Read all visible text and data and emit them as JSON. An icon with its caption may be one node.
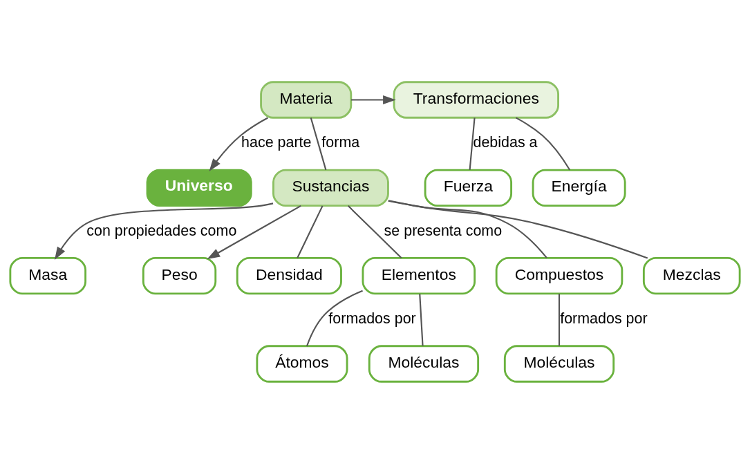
{
  "diagram": {
    "nodes": [
      {
        "text": [
          "Universo"
        ]
      },
      {
        "text": [
          "Materia"
        ]
      },
      {
        "text": [
          "Transformaciones"
        ]
      },
      {
        "text": [
          "Fuerza"
        ]
      },
      {
        "text": [
          "Energía"
        ]
      },
      {
        "text": [
          "Sustancias"
        ]
      },
      {
        "text": [
          "Masa"
        ]
      },
      {
        "text": [
          "Peso"
        ]
      },
      {
        "text": [
          "Densidad"
        ]
      },
      {
        "text": [
          "Elementos"
        ]
      },
      {
        "text": [
          "Compuestos"
        ]
      },
      {
        "text": [
          "Mezclas"
        ]
      },
      {
        "text": [
          "Átomos"
        ]
      },
      {
        "text": [
          "Moléculas"
        ]
      },
      {
        "text": [
          "Moléculas"
        ]
      }
    ],
    "edges": [
      {
        "from": 1,
        "to": 0,
        "arrow": "to",
        "label": "hace parte"
      },
      {
        "from": 1,
        "to": 2,
        "arrow": "to"
      },
      {
        "from": 2,
        "to": 3,
        "arrow": "none",
        "label": "debidas a"
      },
      {
        "from": 2,
        "to": 4,
        "arrow": "none"
      },
      {
        "from": 1,
        "to": 5,
        "arrow": "none",
        "label": "forma"
      },
      {
        "from": 5,
        "to": 6,
        "arrow": "to",
        "label": "con propiedades como"
      },
      {
        "from": 5,
        "to": 7,
        "arrow": "to"
      },
      {
        "from": 5,
        "to": 8,
        "arrow": "none"
      },
      {
        "from": 5,
        "to": 9,
        "arrow": "none",
        "label": "se presenta como"
      },
      {
        "from": 5,
        "to": 10,
        "arrow": "none"
      },
      {
        "from": 5,
        "to": 11,
        "arrow": "none"
      },
      {
        "from": 9,
        "to": 12,
        "arrow": "none",
        "label": "formados por"
      },
      {
        "from": 9,
        "to": 13,
        "arrow": "none"
      },
      {
        "from": 10,
        "to": 14,
        "arrow": "none",
        "label": "formados por"
      }
    ]
  }
}
